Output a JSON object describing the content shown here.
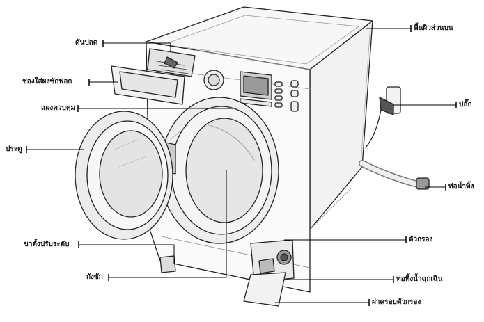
{
  "labels": {
    "release_lever": "ดันปลด",
    "detergent_drawer": "ช่องใส่ผงซักฟอก",
    "control_panel": "แผงควบคุม",
    "door": "ประตู",
    "leveling_feet": "ขาตั้งปรับระดับ",
    "drum": "ถังซัก",
    "top_cover": "พื้นผิวส่วนบน",
    "plug": "ปลั๊ก",
    "drain_hose": "ท่อน้ำทิ้ง",
    "filter": "ตัวกรอง",
    "emergency_drain_tube": "ท่อทิ้งน้ำฉุกเฉิน",
    "filter_cover": "ฝาครอบตัวกรอง"
  }
}
